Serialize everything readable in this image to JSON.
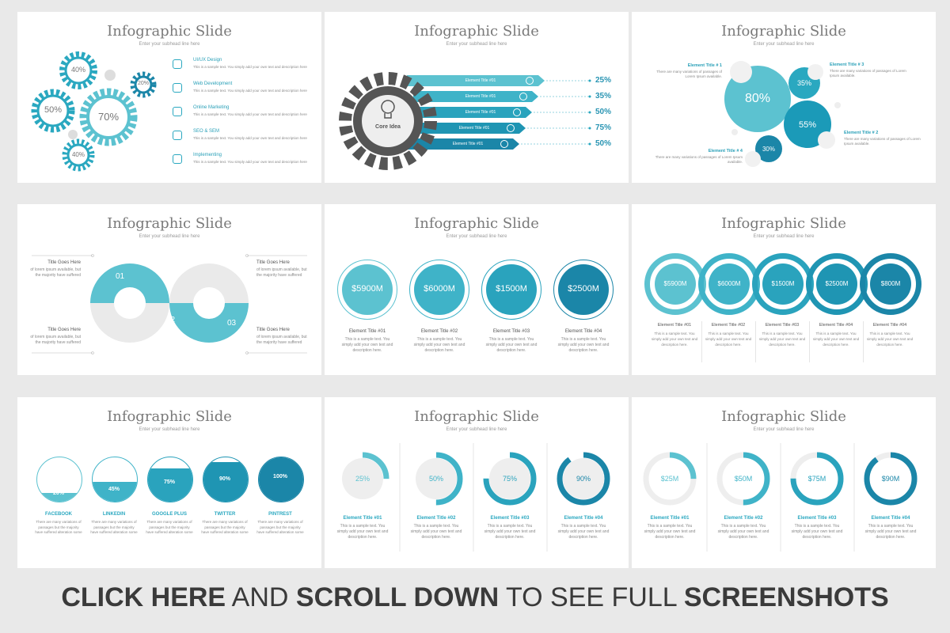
{
  "slide_title": "Infographic Slide",
  "slide_sub": "Enter your subhead line here",
  "s1": {
    "gears": [
      "40%",
      "20%",
      "50%",
      "70%",
      "40%"
    ],
    "items": [
      {
        "title": "UI/UX Design",
        "desc": "This is a sample text. You simply add your own text and description here"
      },
      {
        "title": "Web Development",
        "desc": "This is a sample text. You simply add your own text and description here"
      },
      {
        "title": "Online Marketing",
        "desc": "This is a sample text. You simply add your own text and description here"
      },
      {
        "title": "SEO & SEM",
        "desc": "This is a sample text. You simply add your own text and description here"
      },
      {
        "title": "Implementing",
        "desc": "This is a sample text. You simply add your own text and description here"
      }
    ],
    "icons": [
      "user-icon",
      "gear-icon",
      "megaphone-icon",
      "search-icon",
      "paper-plane-icon"
    ]
  },
  "s2": {
    "core": "Core Idea",
    "rows": [
      {
        "label": "Element Title #01",
        "value": "25%",
        "icon": "cloud-icon"
      },
      {
        "label": "Element Title #01",
        "value": "35%",
        "icon": "star-icon"
      },
      {
        "label": "Element Title #01",
        "value": "50%",
        "icon": "chat-icon"
      },
      {
        "label": "Element Title #01",
        "value": "75%",
        "icon": "pencil-icon"
      },
      {
        "label": "Element Title #01",
        "value": "50%",
        "icon": "heart-icon"
      }
    ]
  },
  "s3": {
    "bubbles": [
      "80%",
      "35%",
      "55%",
      "30%"
    ],
    "items": [
      {
        "title": "Element Title # 1",
        "desc": "There are many variations of passages of Lorem Ipsum available."
      },
      {
        "title": "Element Title # 3",
        "desc": "There are many variations of passages of Lorem Ipsum available."
      },
      {
        "title": "Element Title # 2",
        "desc": "There are many variations of passages of Lorem Ipsum available."
      },
      {
        "title": "Element Title # 4",
        "desc": "There are many variations of passages of Lorem Ipsum available."
      }
    ]
  },
  "s4": {
    "nums": [
      "01",
      "02",
      "03"
    ],
    "items": [
      {
        "title": "Title Goes Here",
        "desc": "of lorem ipsum available, but the majority have suffered"
      },
      {
        "title": "Title Goes Here",
        "desc": "of lorem ipsum available, but the majority have suffered"
      },
      {
        "title": "Title Goes Here",
        "desc": "of lorem ipsum available, but the majority have suffered"
      },
      {
        "title": "Title Goes Here",
        "desc": "of lorem ipsum available, but the majority have suffered"
      }
    ]
  },
  "s5": {
    "items": [
      {
        "value": "$5900M",
        "title": "Element Title #01",
        "desc": "This is a sample text. You simply add your own text and description here."
      },
      {
        "value": "$6000M",
        "title": "Element Title #02",
        "desc": "This is a sample text. You simply add your own text and description here."
      },
      {
        "value": "$1500M",
        "title": "Element Title #03",
        "desc": "This is a sample text. You simply add your own text and description here."
      },
      {
        "value": "$2500M",
        "title": "Element Title #04",
        "desc": "This is a sample text. You simply add your own text and description here."
      }
    ]
  },
  "s6": {
    "items": [
      {
        "value": "$5900M",
        "title": "Element Title #01",
        "desc": "This is a sample text. You simply add your own text and description here."
      },
      {
        "value": "$6000M",
        "title": "Element Title #02",
        "desc": "This is a sample text. You simply add your own text and description here."
      },
      {
        "value": "$1500M",
        "title": "Element Title #03",
        "desc": "This is a sample text. You simply add your own text and description here."
      },
      {
        "value": "$2500M",
        "title": "Element Title #04",
        "desc": "This is a sample text. You simply add your own text and description here."
      },
      {
        "value": "$800M",
        "title": "Element Title #04",
        "desc": "This is a sample text. You simply add your own text and description here."
      }
    ]
  },
  "s7": {
    "items": [
      {
        "value": "20%",
        "fill": 0.2,
        "title": "FACEBOOK",
        "desc": "There are many variations of passages but the majority have suffered alteration some"
      },
      {
        "value": "45%",
        "fill": 0.45,
        "title": "LINKEDIN",
        "desc": "There are many variations of passages but the majority have suffered alteration some"
      },
      {
        "value": "75%",
        "fill": 0.75,
        "title": "GOOGLE PLUS",
        "desc": "There are many variations of passages but the majority have suffered alteration some"
      },
      {
        "value": "90%",
        "fill": 0.9,
        "title": "TWITTER",
        "desc": "There are many variations of passages but the majority have suffered alteration some"
      },
      {
        "value": "100%",
        "fill": 1.0,
        "title": "PINTREST",
        "desc": "There are many variations of passages but the majority have suffered alteration some"
      }
    ]
  },
  "s8": {
    "items": [
      {
        "value": "25%",
        "fill": 0.25,
        "title": "Element Title #01",
        "desc": "This is a sample text. You simply add your own text and description here."
      },
      {
        "value": "50%",
        "fill": 0.5,
        "title": "Element Title #02",
        "desc": "This is a sample text. You simply add your own text and description here."
      },
      {
        "value": "75%",
        "fill": 0.75,
        "title": "Element Title #03",
        "desc": "This is a sample text. You simply add your own text and description here."
      },
      {
        "value": "90%",
        "fill": 0.9,
        "title": "Element Title #04",
        "desc": "This is a sample text. You simply add your own text and description here."
      }
    ]
  },
  "s9": {
    "items": [
      {
        "value": "$25M",
        "fill": 0.25,
        "title": "Element Title #01",
        "desc": "This is a sample text. You simply add your own text and description here."
      },
      {
        "value": "$50M",
        "fill": 0.5,
        "title": "Element Title #02",
        "desc": "This is a sample text. You simply add your own text and description here."
      },
      {
        "value": "$75M",
        "fill": 0.75,
        "title": "Element Title #03",
        "desc": "This is a sample text. You simply add your own text and description here."
      },
      {
        "value": "$90M",
        "fill": 0.9,
        "title": "Element Title #04",
        "desc": "This is a sample text. You simply add your own text and description here."
      }
    ]
  },
  "banner": {
    "part1": "CLICK HERE",
    "part2": " AND ",
    "part3": "SCROLL DOWN",
    "part4": " TO SEE FULL ",
    "part5": "SCREENSHOTS"
  },
  "colors": {
    "teal_light": "#5cc2d0",
    "teal": "#2aa8c0",
    "teal_dark": "#1b86a8",
    "gray": "#5d5d5d",
    "bg": "#e9e9e9"
  }
}
